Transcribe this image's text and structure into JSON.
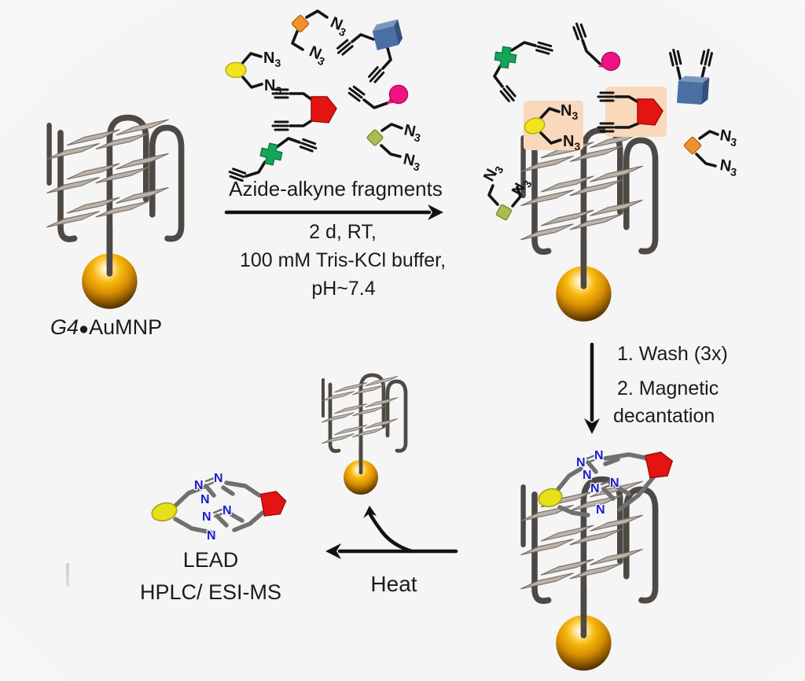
{
  "diagram": {
    "g4_label": {
      "italic": "G4",
      "bullet": "●",
      "rest": "AuMNP"
    },
    "step1": {
      "above_arrow": "Azide-alkyne fragments",
      "cond1": "2 d, RT,",
      "cond2": "100 mM Tris-KCl buffer,",
      "cond3": "pH~7.4"
    },
    "step2": {
      "line1": "1. Wash (3x)",
      "line2": "2. Magnetic",
      "line3": "decantation"
    },
    "step3": {
      "heat": "Heat"
    },
    "result": {
      "lead": "LEAD",
      "analysis": "HPLC/ ESI-MS"
    },
    "atoms": {
      "n": "N",
      "n_sub": "3"
    },
    "colors": {
      "gold_nanoparticle": "#e9a70e",
      "dna_strand": "#4e4944",
      "quartet_plate": "#bbb2a9",
      "selection_highlight": "#f9d8bc",
      "triazole_nitrogen": "#1b1bd0",
      "fragment_yellow": "#f1e41d",
      "fragment_orange": "#f0912d",
      "fragment_blue": "#4a6fa5",
      "fragment_red": "#e41412",
      "fragment_pink": "#ee1380",
      "fragment_green": "#14a55b",
      "fragment_olive": "#a9bd52"
    },
    "fragments": [
      {
        "name": "yellow-ellipse-bis-azide",
        "color": "#f1e41d",
        "termini": "2x N3"
      },
      {
        "name": "orange-diamond-bis-azide",
        "color": "#f0912d",
        "termini": "2x N3"
      },
      {
        "name": "olive-diamond-bis-azide",
        "color": "#a9bd52",
        "termini": "2x N3"
      },
      {
        "name": "blue-block-bis-alkyne",
        "color": "#4a6fa5",
        "termini": "2x alkyne"
      },
      {
        "name": "red-pentagon-bis-alkyne",
        "color": "#e41412",
        "termini": "2x alkyne"
      },
      {
        "name": "pink-teardrop-mono-alkyne",
        "color": "#ee1380",
        "termini": "1x alkyne"
      },
      {
        "name": "green-cross-bis-alkyne",
        "color": "#14a55b",
        "termini": "2x alkyne"
      }
    ],
    "selected_fragments": [
      "yellow-ellipse-bis-azide",
      "red-pentagon-bis-alkyne"
    ]
  }
}
